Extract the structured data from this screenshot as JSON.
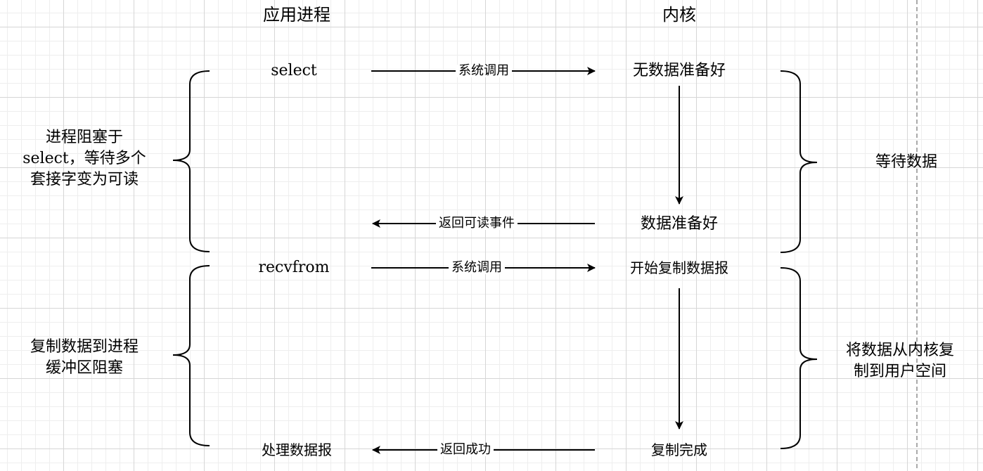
{
  "columns": {
    "app": "应用进程",
    "kernel": "内核"
  },
  "phase1": {
    "app_call": "select",
    "call_edge": "系统调用",
    "kernel_wait": "无数据准备好",
    "kernel_ready": "数据准备好",
    "return_edge": "返回可读事件",
    "left_note": [
      "进程阻塞于",
      "select，等待多个",
      "套接字变为可读"
    ],
    "right_note": [
      "等待数据"
    ]
  },
  "phase2": {
    "app_call": "recvfrom",
    "call_edge": "系统调用",
    "kernel_start": "开始复制数据报",
    "kernel_done": "复制完成",
    "return_edge": "返回成功",
    "app_result": "处理数据报",
    "left_note": [
      "复制数据到进程",
      "缓冲区阻塞"
    ],
    "right_note": [
      "将数据从内核复",
      "制到用户空间"
    ]
  }
}
